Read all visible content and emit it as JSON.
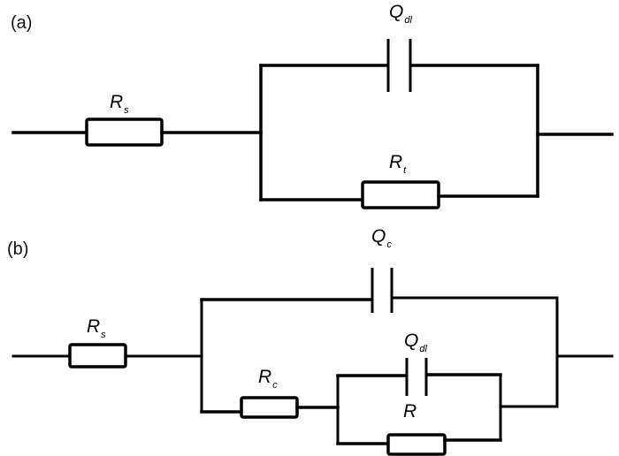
{
  "figure": {
    "panels": [
      {
        "id": "a",
        "label": "(a)",
        "components": {
          "series_resistor": {
            "symbol": "R",
            "subscript": "s"
          },
          "parallel_capacitor": {
            "symbol": "Q",
            "subscript": "dl"
          },
          "parallel_resistor": {
            "symbol": "R",
            "subscript": "t"
          }
        },
        "topology": "Rs in series with (Q || R)"
      },
      {
        "id": "b",
        "label": "(b)",
        "components": {
          "series_resistor": {
            "symbol": "R",
            "subscript": "s"
          },
          "outer_capacitor": {
            "symbol": "Q",
            "subscript": "c"
          },
          "inner_resistor": {
            "symbol": "R",
            "subscript": "c"
          },
          "inner_capacitor": {
            "symbol": "Q",
            "subscript": "dl"
          },
          "inner_parallel_resistor": {
            "symbol": "R",
            "subscript": ""
          }
        },
        "topology": "Rs in series with (Qc || (Rc in series with (Qdl || R)))"
      }
    ]
  }
}
